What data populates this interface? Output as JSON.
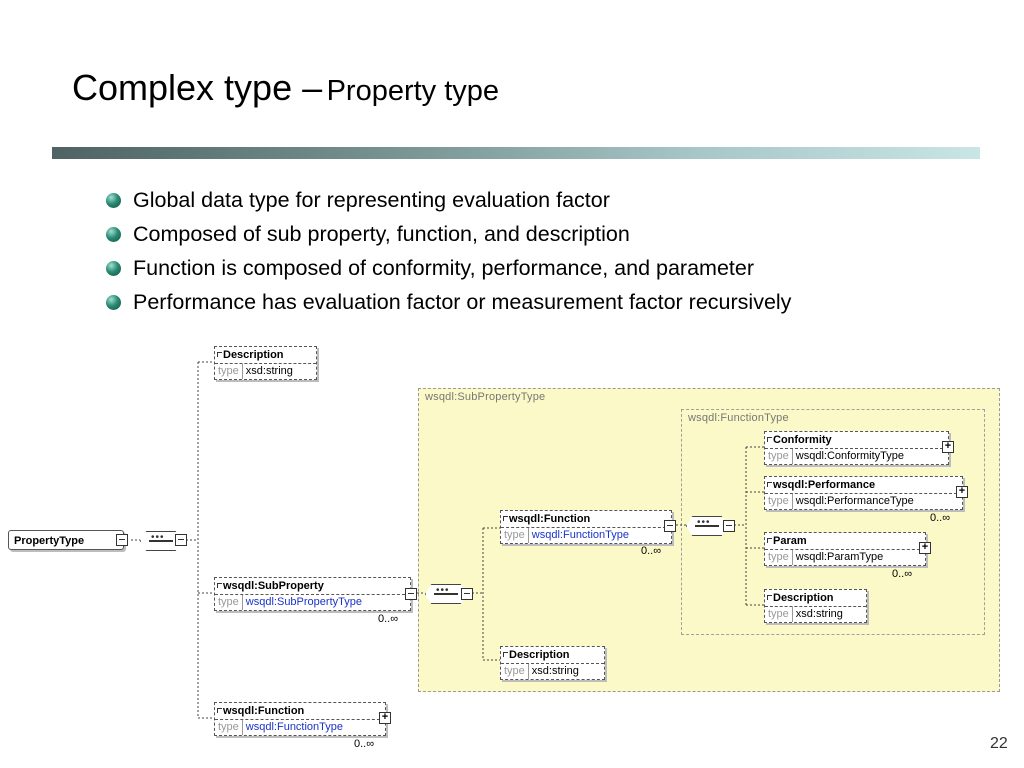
{
  "slide": {
    "title_main": "Complex type –",
    "title_sub": "Property type",
    "page_number": "22"
  },
  "bullets": [
    "Global data type for representing evaluation factor",
    "Composed of sub property, function, and description",
    "Function is composed of conformity, performance, and parameter",
    "Performance has evaluation factor or measurement factor recursively"
  ],
  "diagram": {
    "root": "PropertyType",
    "type_key": "type",
    "regions": {
      "sub_property_type": "wsqdl:SubPropertyType",
      "function_type": "wsqdl:FunctionType"
    },
    "elements": {
      "description_top": {
        "name": "Description",
        "type": "xsd:string"
      },
      "sub_property": {
        "name": "wsqdl:SubProperty",
        "type": "wsqdl:SubPropertyType",
        "card": "0..∞"
      },
      "function_bottom": {
        "name": "wsqdl:Function",
        "type": "wsqdl:FunctionType",
        "card": "0..∞"
      },
      "function_inner": {
        "name": "wsqdl:Function",
        "type": "wsqdl:FunctionType",
        "card": "0..∞"
      },
      "description_inner": {
        "name": "Description",
        "type": "xsd:string"
      },
      "conformity": {
        "name": "Conformity",
        "type": "wsqdl:ConformityType"
      },
      "performance": {
        "name": "wsqdl:Performance",
        "type": "wsqdl:PerformanceType",
        "card": "0..∞"
      },
      "param": {
        "name": "Param",
        "type": "wsqdl:ParamType",
        "card": "0..∞"
      },
      "description_fn": {
        "name": "Description",
        "type": "xsd:string"
      }
    }
  },
  "colors": {
    "title_bar_start": "#4f6364",
    "title_bar_end": "#c9e5e6",
    "region_fill": "#fbf9c7",
    "type_link": "#1a33c8"
  }
}
